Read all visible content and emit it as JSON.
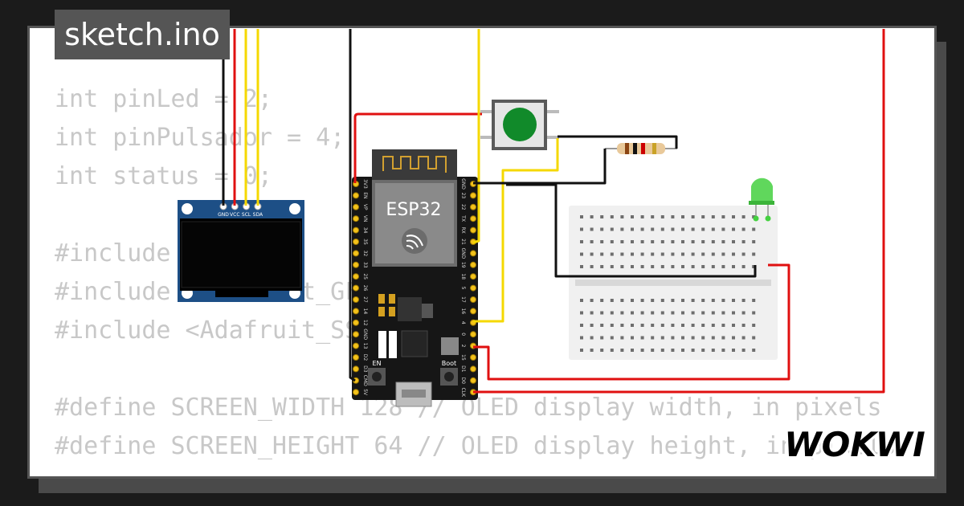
{
  "tab": {
    "label": "sketch.ino"
  },
  "code_lines": [
    "int pinLed = 2;",
    "int pinPulsador = 4;",
    "int status = 0;",
    "",
    "#include <Wire.h>",
    "#include <Adafruit_GFX.h>",
    "#include <Adafruit_SSD1306.h>",
    "",
    "#define SCREEN_WIDTH 128 // OLED display width, in pixels",
    "#define SCREEN_HEIGHT 64 // OLED display height, in pixels"
  ],
  "oled": {
    "pins": [
      "GND",
      "VCC",
      "SCL",
      "SDA"
    ]
  },
  "esp32": {
    "label": "ESP32",
    "left_pins": [
      "3V3",
      "EN",
      "VP",
      "VN",
      "34",
      "35",
      "32",
      "33",
      "25",
      "26",
      "27",
      "14",
      "12",
      "GND",
      "13",
      "D2",
      "D3",
      "CMD",
      "5V"
    ],
    "right_pins": [
      "GND",
      "23",
      "22",
      "TX",
      "RX",
      "21",
      "GND",
      "19",
      "18",
      "5",
      "17",
      "16",
      "4",
      "0",
      "2",
      "15",
      "D1",
      "D0",
      "CLK"
    ],
    "button_labels": {
      "en": "EN",
      "boot": "Boot"
    }
  },
  "brand": {
    "logo": "WOKWI"
  },
  "colors": {
    "wire_red": "#e01010",
    "wire_black": "#111111",
    "wire_yellow": "#f5d800",
    "button_green": "#118a2a",
    "led_green": "#44d040"
  }
}
